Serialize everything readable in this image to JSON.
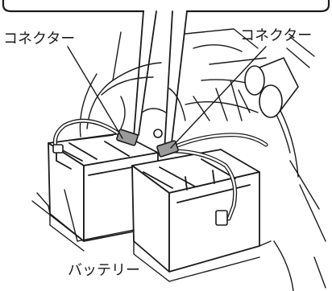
{
  "labels": {
    "connector_left": "コネクター",
    "connector_right": "コネクター",
    "battery": "バッテリー"
  },
  "colors": {
    "ink": "#1a1a1a",
    "connector_fill": "#9a9a9a",
    "background": "#ffffff"
  }
}
